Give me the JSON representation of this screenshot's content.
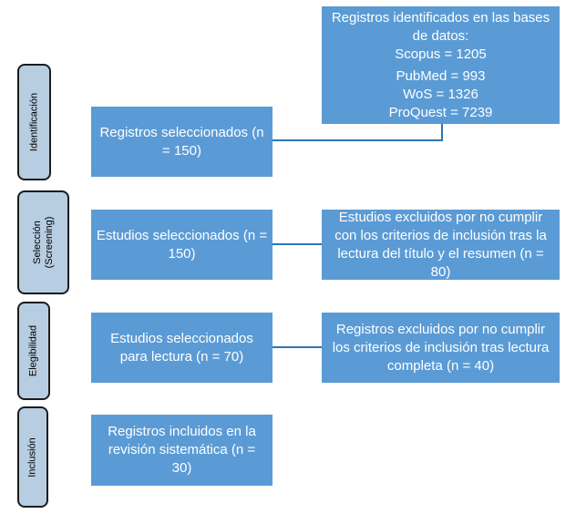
{
  "stages": {
    "identificacion": "Identificación",
    "seleccion_line1": "Selección",
    "seleccion_line2": "(Screening)",
    "elegibilidad": "Elegibilidad",
    "inclusion": "Inclusión"
  },
  "databases_box": {
    "line1": "Registros identificados en las bases",
    "line2": "de datos:",
    "line3": "Scopus = 1205",
    "line4": "PubMed = 993",
    "line5": "WoS = 1326",
    "line6": "ProQuest = 7239"
  },
  "selected_records_box": {
    "line1": "Registros seleccionados (n",
    "line2": "= 150)"
  },
  "selected_studies_box": {
    "line1": "Estudios seleccionados (n =",
    "line2": "150)"
  },
  "excluded_title_box": {
    "line1": "Estudios excluidos por no cumplir",
    "line2": "con los criterios de inclusión tras la",
    "line3": "lectura del título y el resumen (n =",
    "line4": "80)"
  },
  "reading_box": {
    "line1": "Estudios seleccionados",
    "line2": "para lectura (n = 70)"
  },
  "excluded_full_box": {
    "line1": "Registros excluidos por no cumplir",
    "line2": "los criterios de inclusión tras lectura",
    "line3": "completa (n = 40)"
  },
  "included_box": {
    "line1": "Registros incluidos en la",
    "line2": "revisión sistemática (n =",
    "line3": "30)"
  },
  "colors": {
    "box_fill": "#5b9bd5",
    "box_text": "#ffffff",
    "stage_fill": "#b7cde2",
    "stage_border": "#1c1c1c",
    "connector": "#2e75b6"
  }
}
